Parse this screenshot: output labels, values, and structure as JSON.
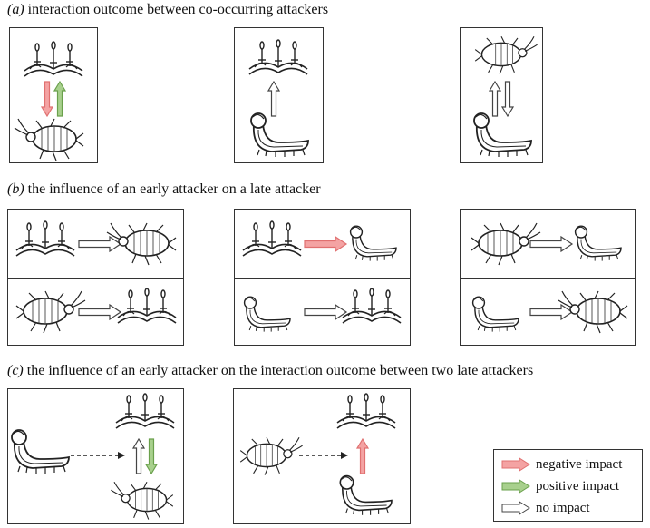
{
  "headings": {
    "a": {
      "label": "(a)",
      "text": " interaction outcome between co-occurring attackers"
    },
    "b": {
      "label": "(b)",
      "text": " the influence of an early attacker on a late attacker"
    },
    "c": {
      "label": "(c)",
      "text": " the influence of an early attacker on the interaction outcome between two late attackers"
    }
  },
  "legend": [
    {
      "label": "negative impact",
      "fill": "#f4a3a3"
    },
    {
      "label": "positive impact",
      "fill": "#a8d08d"
    },
    {
      "label": "no impact",
      "fill": "#ffffff"
    }
  ],
  "colors": {
    "negative": "#f4a3a3",
    "positive": "#a8d08d",
    "none": "#ffffff",
    "stroke": "#333333"
  },
  "icons": [
    "leaf-miner-icon",
    "aphid-icon",
    "caterpillar-icon"
  ]
}
